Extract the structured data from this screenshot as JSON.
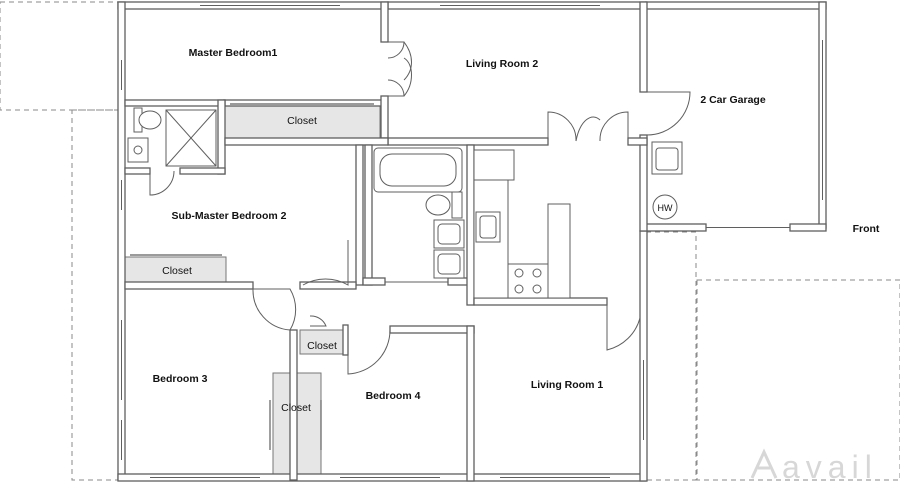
{
  "rooms": {
    "master_bedroom": "Master Bedroom1",
    "living_room_2": "Living Room 2",
    "garage": "2 Car Garage",
    "sub_master_bedroom": "Sub-Master Bedroom 2",
    "bedroom_3": "Bedroom 3",
    "bedroom_4": "Bedroom 4",
    "living_room_1": "Living Room 1"
  },
  "closets": {
    "master": "Closet",
    "sub_master": "Closet",
    "hall": "Closet",
    "bedroom_4": "Closet"
  },
  "fixtures": {
    "water_heater": "HW"
  },
  "orientation": {
    "front": "Front"
  },
  "watermark": {
    "brand": "avail"
  },
  "colors": {
    "wall": "#5f5f5f",
    "wall_fill": "#ffffff",
    "closet_fill": "#e6e6e6",
    "dashed": "#8a8a8a"
  }
}
